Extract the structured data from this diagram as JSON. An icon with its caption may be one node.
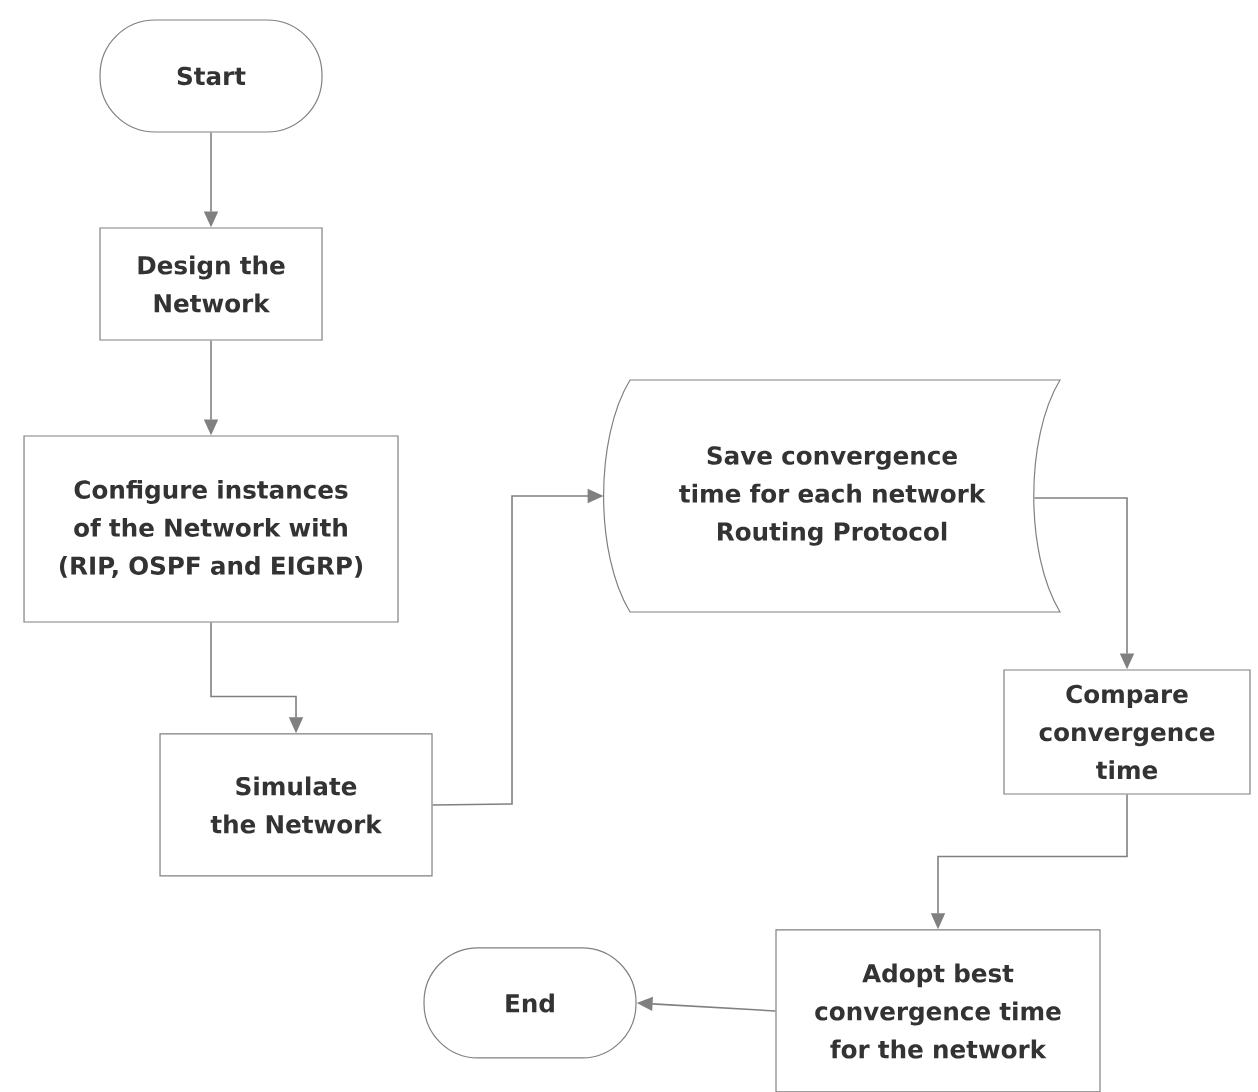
{
  "diagram": {
    "nodes": [
      {
        "text": [
          "Start"
        ]
      },
      {
        "text": [
          "Design the Network"
        ]
      },
      {
        "text": [
          "Configure instances of the Network with (RIP, OSPF and EIGRP)"
        ]
      },
      {
        "text": [
          "Simulate the Network"
        ]
      },
      {
        "text": [
          "Save convergence time for each network Routing Protocol"
        ]
      },
      {
        "text": [
          "Compare convergence time"
        ]
      },
      {
        "text": [
          "Adopt best convergence time for the network"
        ]
      },
      {
        "text": [
          "End"
        ]
      }
    ],
    "edges": [
      {
        "from": 0,
        "to": 1,
        "arrow": "to"
      },
      {
        "from": 1,
        "to": 2,
        "arrow": "to"
      },
      {
        "from": 2,
        "to": 3,
        "arrow": "to"
      },
      {
        "from": 3,
        "to": 4,
        "arrow": "to"
      },
      {
        "from": 4,
        "to": 5,
        "arrow": "to"
      },
      {
        "from": 5,
        "to": 6,
        "arrow": "to"
      },
      {
        "from": 6,
        "to": 7,
        "arrow": "to"
      }
    ]
  }
}
